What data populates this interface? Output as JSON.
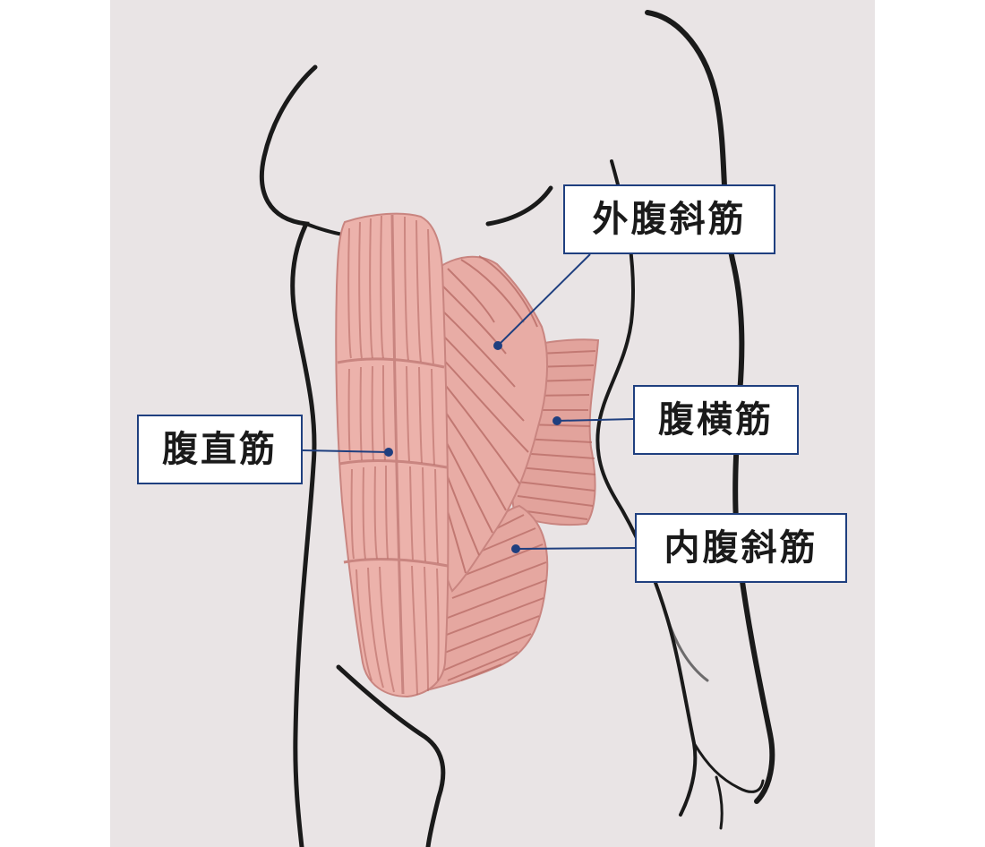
{
  "labels": {
    "external_oblique": "外腹斜筋",
    "transverse_abdominis": "腹横筋",
    "rectus_abdominis": "腹直筋",
    "internal_oblique": "内腹斜筋"
  },
  "colors": {
    "background_panel": "#e9e4e5",
    "muscle_fill": "#e7aaa3",
    "muscle_fiber": "#b86c66",
    "outline": "#1a1a1a",
    "leader_line": "#1f3f7f"
  }
}
